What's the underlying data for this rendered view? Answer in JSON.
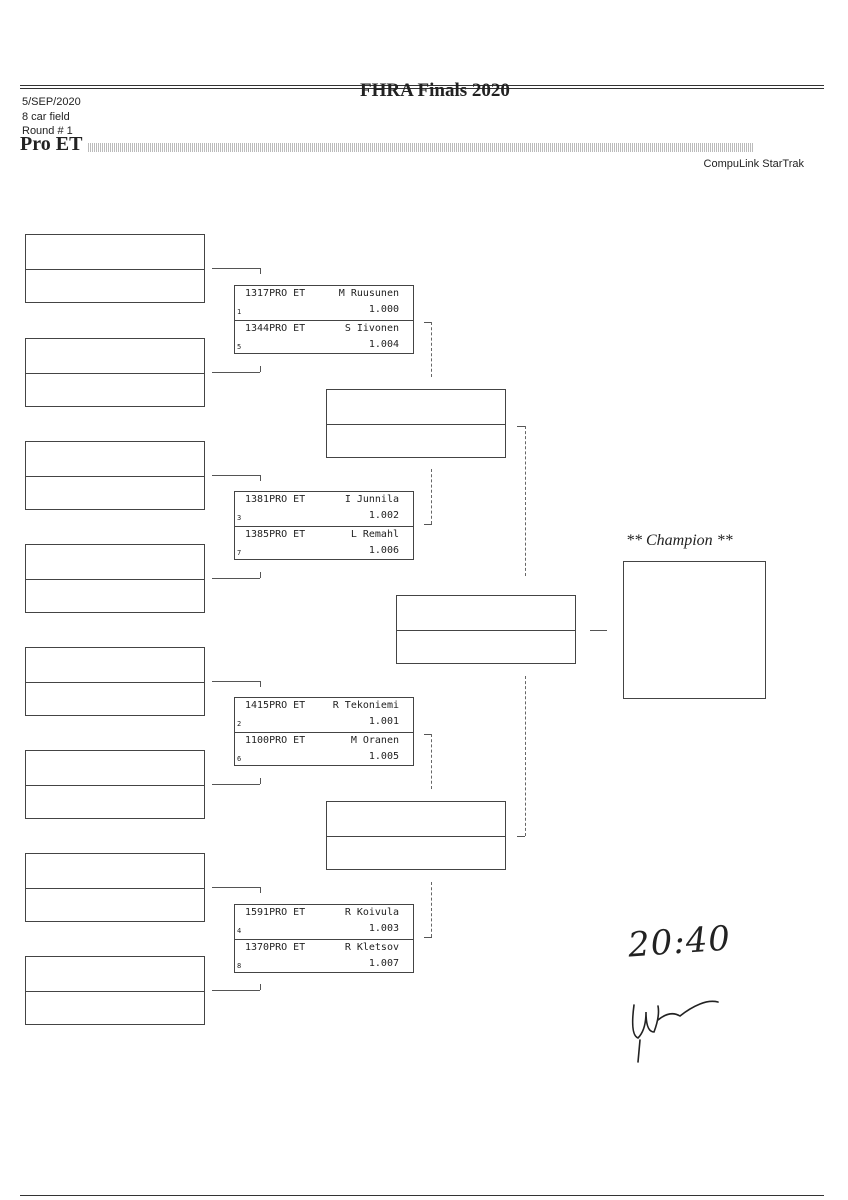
{
  "header": {
    "date": "5/SEP/2020",
    "field": "8 car field",
    "round": "Round # 1",
    "title": "FHRA Finals 2020",
    "category": "Pro ET",
    "brand": "CompuLink StarTrak"
  },
  "matches": [
    {
      "top": {
        "number": "1317PRO ET",
        "driver": "M Ruusunen",
        "dial": "1.000",
        "seed": "1"
      },
      "bottom": {
        "number": "1344PRO ET",
        "driver": "S Iivonen",
        "dial": "1.004",
        "seed": "5"
      }
    },
    {
      "top": {
        "number": "1381PRO ET",
        "driver": "I Junnila",
        "dial": "1.002",
        "seed": "3"
      },
      "bottom": {
        "number": "1385PRO ET",
        "driver": "L Remahl",
        "dial": "1.006",
        "seed": "7"
      }
    },
    {
      "top": {
        "number": "1415PRO ET",
        "driver": "R Tekoniemi",
        "dial": "1.001",
        "seed": "2"
      },
      "bottom": {
        "number": "1100PRO ET",
        "driver": "M Oranen",
        "dial": "1.005",
        "seed": "6"
      }
    },
    {
      "top": {
        "number": "1591PRO ET",
        "driver": "R Koivula",
        "dial": "1.003",
        "seed": "4"
      },
      "bottom": {
        "number": "1370PRO ET",
        "driver": "R Kletsov",
        "dial": "1.007",
        "seed": "8"
      }
    }
  ],
  "champion_label": "** Champion **",
  "handwritten": {
    "time": "20:40"
  }
}
